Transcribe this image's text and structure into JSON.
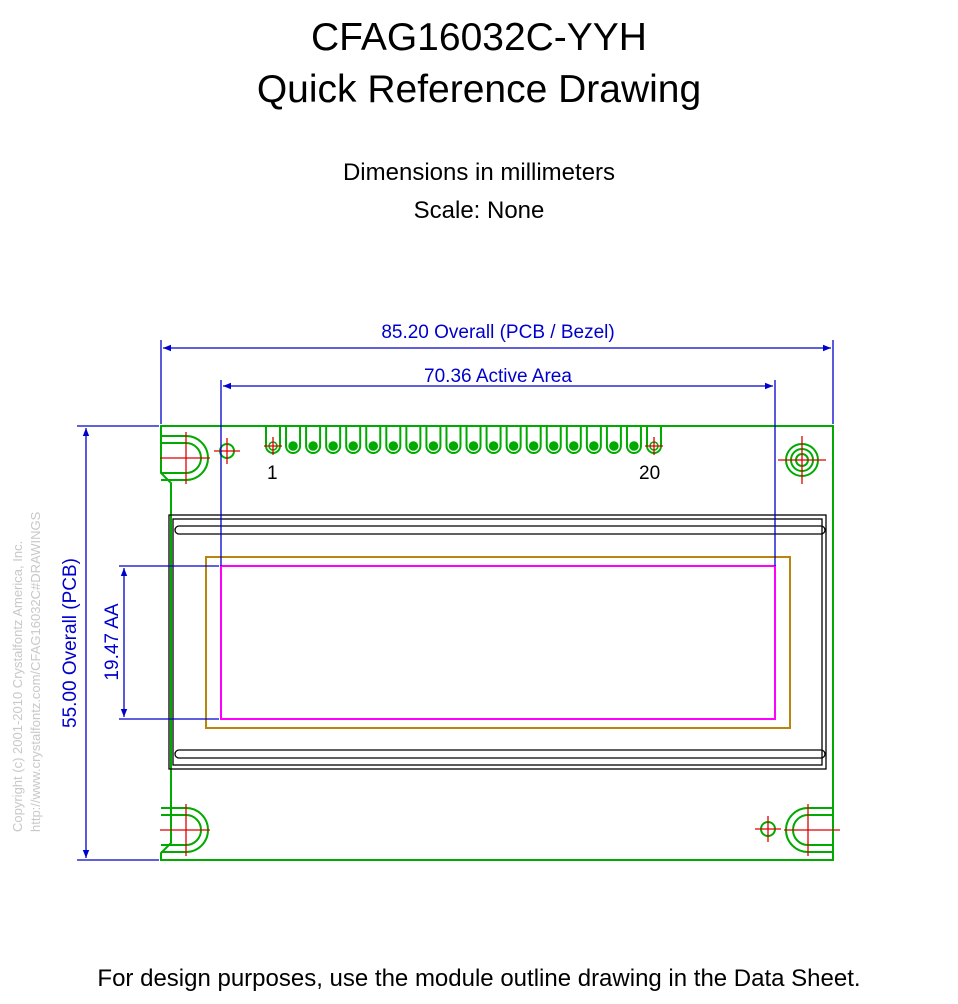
{
  "header": {
    "title": "CFAG16032C-YYH",
    "subtitle": "Quick Reference Drawing",
    "units": "Dimensions in millimeters",
    "scale": "Scale: None"
  },
  "dimensions": {
    "overall_width": "85.20 Overall (PCB / Bezel)",
    "active_width": "70.36 Active Area",
    "overall_height": "55.00 Overall (PCB)",
    "active_height": "19.47 AA"
  },
  "pins": {
    "first": "1",
    "last": "20",
    "count": 20
  },
  "copyright": {
    "line1": "Copyright (c) 2001-2010 Crystalfontz America, Inc.",
    "line2": "http://www.crystalfontz.com/CFAG16032C#DRAWINGS"
  },
  "footer": {
    "note": "For design purposes, use the module outline drawing in the Data Sheet."
  },
  "colors": {
    "pcb": "#00aa00",
    "dimension": "#0000cc",
    "active_area": "#ff00ff",
    "viewing_area": "#b8860b",
    "center_mark": "#dd0000",
    "outline": "#000000"
  }
}
